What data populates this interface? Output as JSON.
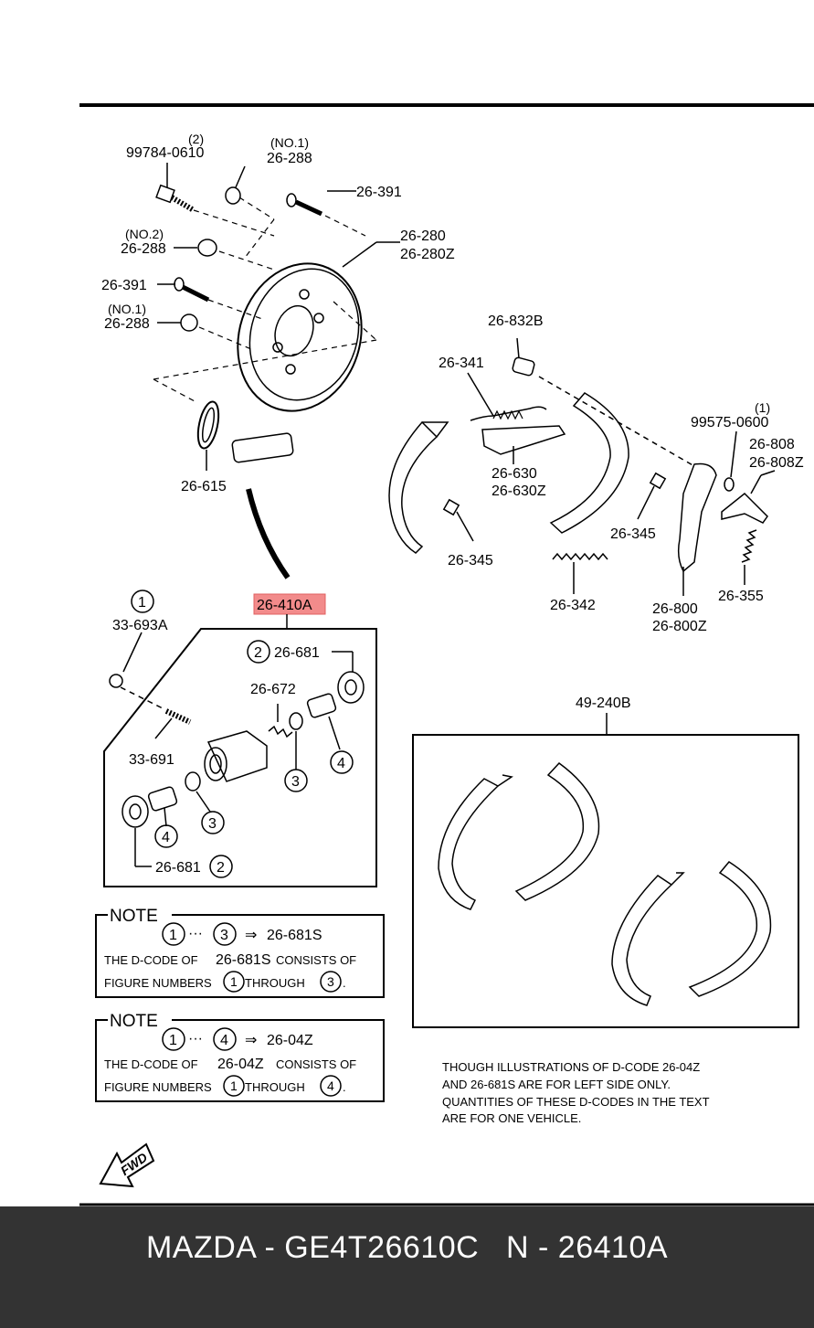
{
  "diagram": {
    "labels": {
      "bolt_qty": "(2)",
      "bolt": "99784-0610",
      "nut_no1_top_qual": "(NO.1)",
      "nut_no1_top": "26-288",
      "bolt_26391_top": "26-391",
      "backplate": "26-280",
      "backplate_z": "26-280Z",
      "nut_no2_qual": "(NO.2)",
      "nut_no2": "26-288",
      "bolt_26391_left": "26-391",
      "nut_no1_left_qual": "(NO.1)",
      "nut_no1_left": "26-288",
      "gasket": "26-615",
      "adjuster_screw": "26-832B",
      "spring_341": "26-341",
      "adjuster_lever": "26-630",
      "adjuster_lever_z": "26-630Z",
      "hold_pin_left": "26-345",
      "hold_pin_right": "26-345",
      "spring_342": "26-342",
      "clip_qty": "(1)",
      "clip": "99575-0600",
      "strut": "26-808",
      "strut_z": "26-808Z",
      "parking_lever": "26-800",
      "parking_lever_z": "26-800Z",
      "spring_355": "26-355",
      "wheel_cylinder": "26-410A",
      "bleeder_cap_ref": "1",
      "bleeder_cap": "33-693A",
      "kit_top_ref": "2",
      "kit_top": "26-681",
      "spring_672": "26-672",
      "bleeder_screw": "33-691",
      "ref3": "3",
      "ref4": "4",
      "kit_bottom": "26-681",
      "kit_bottom_ref": "2",
      "shoe_set": "49-240B",
      "fwd": "FWD"
    },
    "notes": [
      {
        "title": "NOTE",
        "range_from": "1",
        "range_to": "3",
        "dots": "···",
        "arrow": "⇒",
        "code": "26-681S",
        "line1_a": "THE D-CODE OF",
        "line1_code": "26-681S",
        "line1_b": "CONSISTS OF",
        "line2_a": "FIGURE NUMBERS",
        "line2_from": "1",
        "line2_mid": "THROUGH",
        "line2_to": "3",
        "line2_end": "."
      },
      {
        "title": "NOTE",
        "range_from": "1",
        "range_to": "4",
        "dots": "···",
        "arrow": "⇒",
        "code": "26-04Z",
        "line1_a": "THE D-CODE OF",
        "line1_code": "26-04Z",
        "line1_b": "CONSISTS OF",
        "line2_a": "FIGURE NUMBERS",
        "line2_from": "1",
        "line2_mid": "THROUGH",
        "line2_to": "4",
        "line2_end": "."
      }
    ],
    "remark": [
      "THOUGH ILLUSTRATIONS OF D-CODE 26-04Z",
      "AND 26-681S ARE FOR LEFT SIDE ONLY.",
      "QUANTITIES OF THESE D-CODES IN THE TEXT",
      "ARE FOR ONE VEHICLE."
    ],
    "highlight_color": "#f28b8b"
  },
  "footer": {
    "text": "MAZDA - GE4T26610C   N - 26410A",
    "background": "#333333"
  }
}
